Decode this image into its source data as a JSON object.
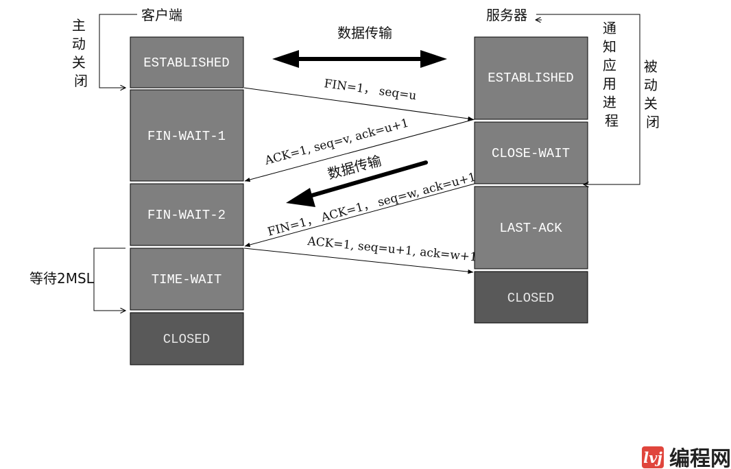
{
  "client": {
    "title": "客户端",
    "active_close": "主动关闭",
    "states": [
      "ESTABLISHED",
      "FIN-WAIT-1",
      "FIN-WAIT-2",
      "TIME-WAIT",
      "CLOSED"
    ],
    "wait_label": "等待2MSL"
  },
  "server": {
    "title": "服务器",
    "notify_app": "通知应用进程",
    "passive_close": "被动关闭",
    "states": [
      "ESTABLISHED",
      "CLOSE-WAIT",
      "LAST-ACK",
      "CLOSED"
    ]
  },
  "data_transfer_top": "数据传输",
  "data_transfer_mid": "数据传输",
  "messages": [
    "FIN=1， seq=u",
    "ACK=1, seq=v, ack=u+1",
    "FIN=1， ACK=1， seq=w, ack=u+1",
    "ACK=1, seq=u+1, ack=w+1"
  ],
  "watermark": {
    "text": "编程网",
    "badge_color": "#e0453c"
  },
  "colors": {
    "state_fill": "#7f7f7f",
    "closed_fill": "#595959",
    "border": "#000000"
  }
}
